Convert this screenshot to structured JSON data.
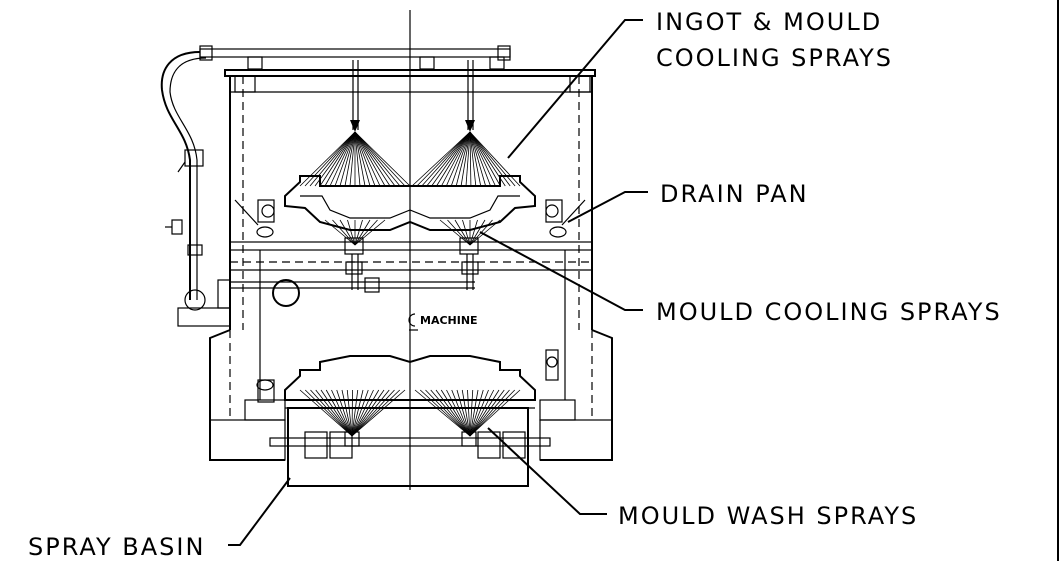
{
  "labels": {
    "ingot_line1": "INGOT  &  MOULD",
    "ingot_line2": "COOLING  SPRAYS",
    "drain_pan": "DRAIN  PAN",
    "mould_cooling": "MOULD  COOLING  SPRAYS",
    "machine_centerline": "MACHINE",
    "mould_wash": "MOULD  WASH  SPRAYS",
    "spray_basin": "SPRAY  BASIN"
  },
  "colors": {
    "line": "#000000",
    "background": "#ffffff"
  }
}
